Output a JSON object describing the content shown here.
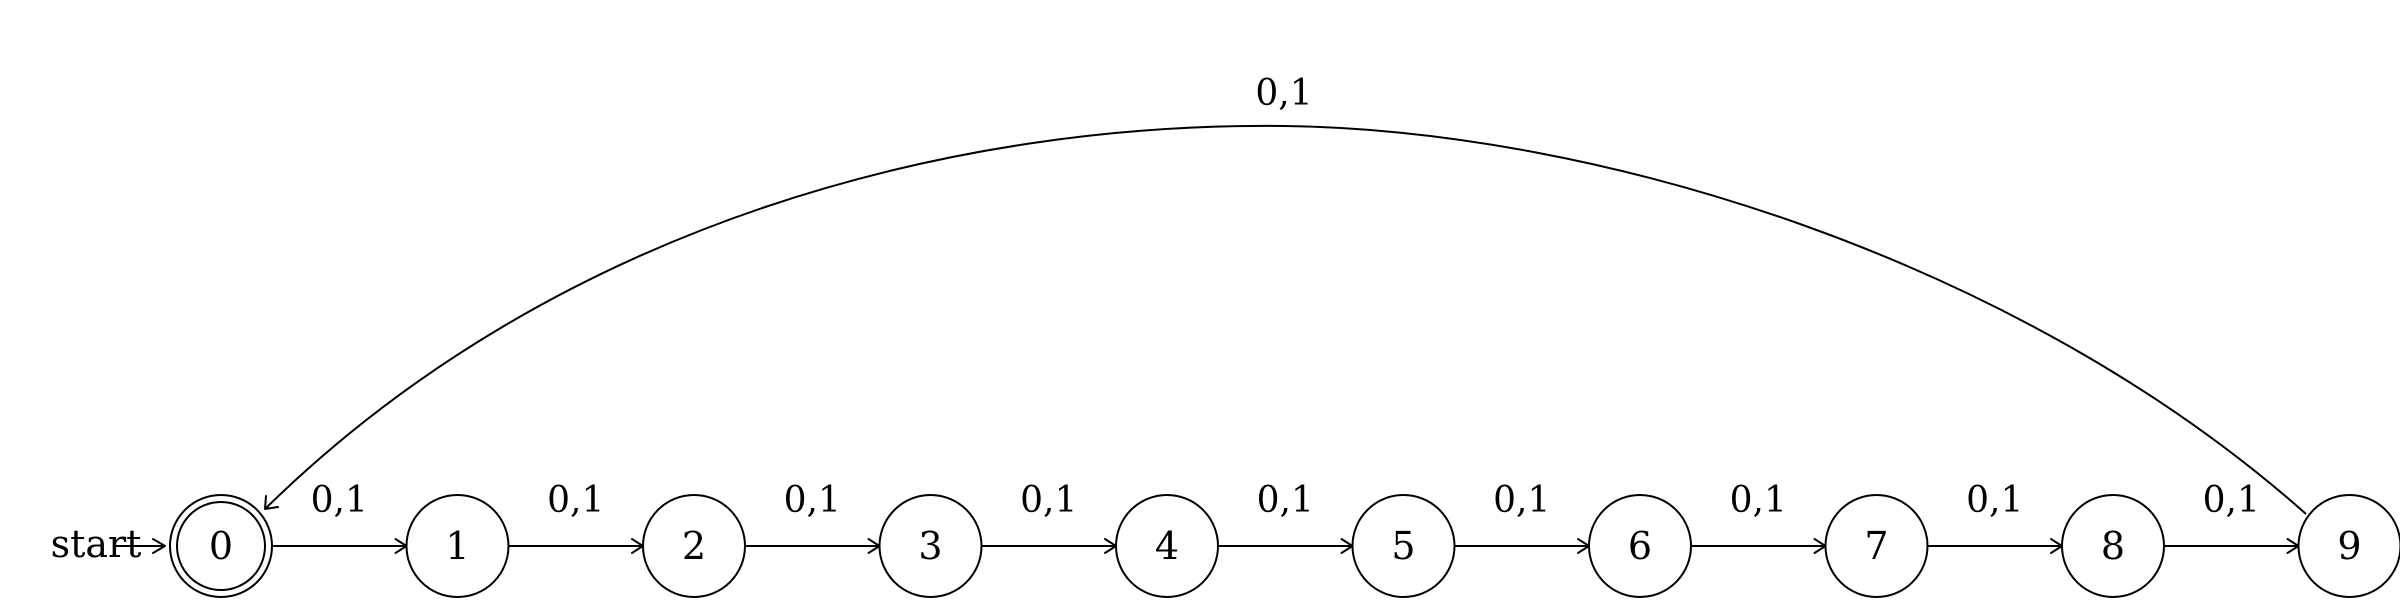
{
  "start_label": "start",
  "states": [
    {
      "label": "0",
      "accepting": true
    },
    {
      "label": "1",
      "accepting": false
    },
    {
      "label": "2",
      "accepting": false
    },
    {
      "label": "3",
      "accepting": false
    },
    {
      "label": "4",
      "accepting": false
    },
    {
      "label": "5",
      "accepting": false
    },
    {
      "label": "6",
      "accepting": false
    },
    {
      "label": "7",
      "accepting": false
    },
    {
      "label": "8",
      "accepting": false
    },
    {
      "label": "9",
      "accepting": false
    }
  ],
  "transitions": [
    {
      "from": "0",
      "to": "1",
      "label": "0,1"
    },
    {
      "from": "1",
      "to": "2",
      "label": "0,1"
    },
    {
      "from": "2",
      "to": "3",
      "label": "0,1"
    },
    {
      "from": "3",
      "to": "4",
      "label": "0,1"
    },
    {
      "from": "4",
      "to": "5",
      "label": "0,1"
    },
    {
      "from": "5",
      "to": "6",
      "label": "0,1"
    },
    {
      "from": "6",
      "to": "7",
      "label": "0,1"
    },
    {
      "from": "7",
      "to": "8",
      "label": "0,1"
    },
    {
      "from": "8",
      "to": "9",
      "label": "0,1"
    }
  ],
  "loop_back": {
    "from": "9",
    "to": "0",
    "label": "0,1"
  }
}
